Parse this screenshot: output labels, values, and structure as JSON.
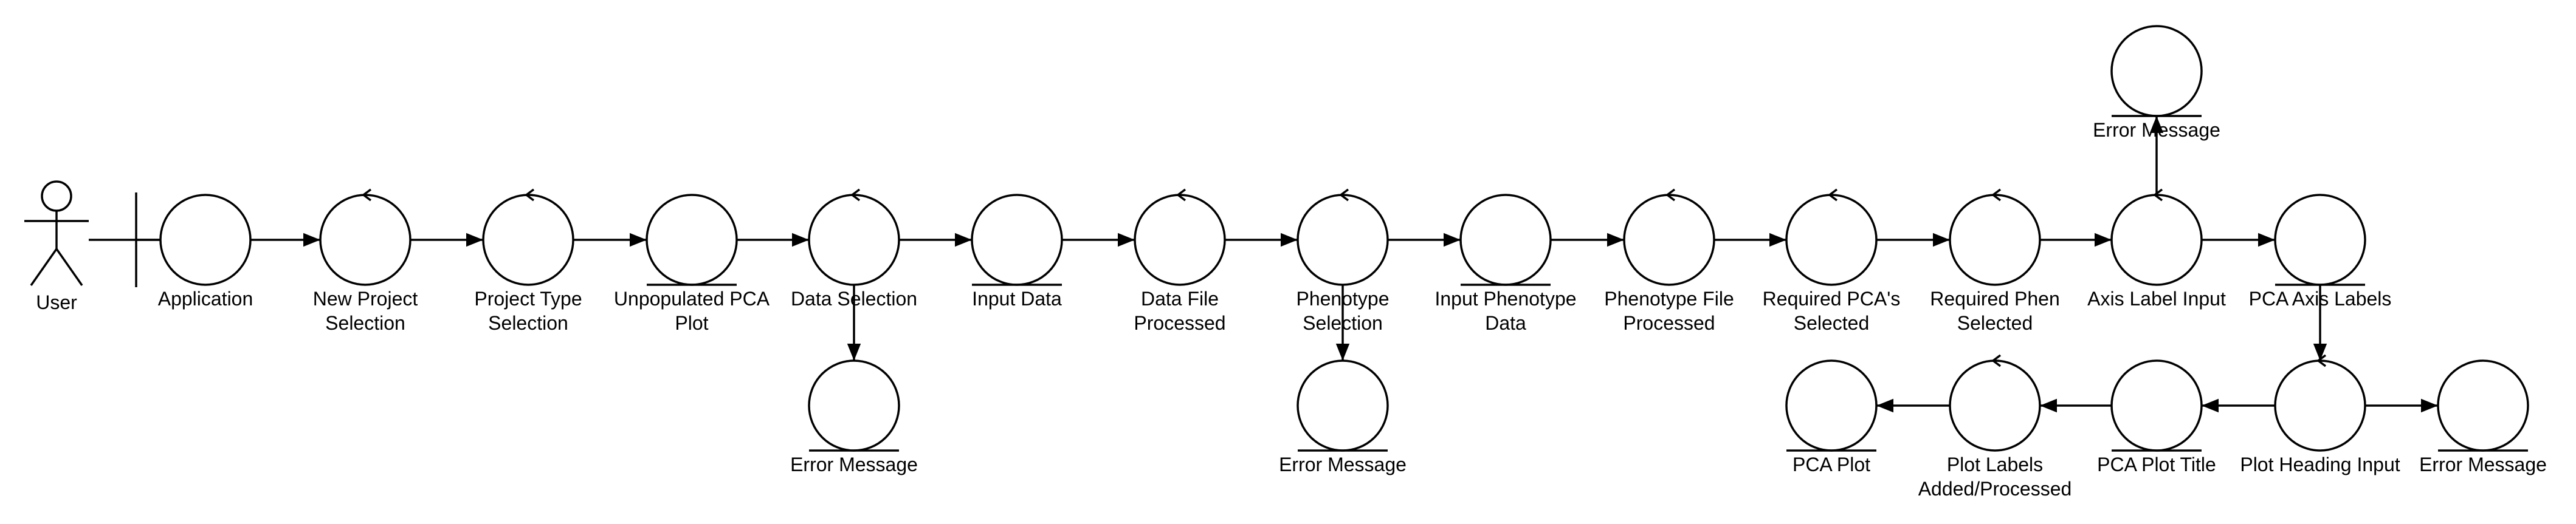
{
  "diagram": {
    "actor": {
      "label": "User"
    },
    "nodes": [
      {
        "id": "application",
        "kind": "boundary",
        "lines": [
          "Application"
        ]
      },
      {
        "id": "new-project-selection",
        "kind": "control",
        "lines": [
          "New Project",
          "Selection"
        ]
      },
      {
        "id": "project-type-selection",
        "kind": "control",
        "lines": [
          "Project Type",
          "Selection"
        ]
      },
      {
        "id": "unpopulated-pca-plot",
        "kind": "entity",
        "lines": [
          "Unpopulated PCA",
          "Plot"
        ]
      },
      {
        "id": "data-selection",
        "kind": "control",
        "lines": [
          "Data Selection"
        ]
      },
      {
        "id": "error-message-1",
        "kind": "entity",
        "lines": [
          "Error Message"
        ]
      },
      {
        "id": "input-data",
        "kind": "entity",
        "lines": [
          "Input Data"
        ]
      },
      {
        "id": "data-file-processed",
        "kind": "control",
        "lines": [
          "Data File",
          "Processed"
        ]
      },
      {
        "id": "phenotype-selection",
        "kind": "control",
        "lines": [
          "Phenotype",
          "Selection"
        ]
      },
      {
        "id": "error-message-2",
        "kind": "entity",
        "lines": [
          "Error Message"
        ]
      },
      {
        "id": "input-phenotype-data",
        "kind": "entity",
        "lines": [
          "Input Phenotype",
          "Data"
        ]
      },
      {
        "id": "phenotype-file-processed",
        "kind": "control",
        "lines": [
          "Phenotype File",
          "Processed"
        ]
      },
      {
        "id": "required-pcas-selected",
        "kind": "control",
        "lines": [
          "Required PCA's",
          "Selected"
        ]
      },
      {
        "id": "required-phen-selected",
        "kind": "control",
        "lines": [
          "Required Phen",
          "Selected"
        ]
      },
      {
        "id": "axis-label-input",
        "kind": "control",
        "lines": [
          "Axis Label Input"
        ]
      },
      {
        "id": "error-message-3",
        "kind": "entity",
        "lines": [
          "Error Message"
        ]
      },
      {
        "id": "pca-axis-labels",
        "kind": "entity",
        "lines": [
          "PCA Axis Labels"
        ]
      },
      {
        "id": "plot-heading-input",
        "kind": "control",
        "lines": [
          "Plot Heading Input"
        ]
      },
      {
        "id": "error-message-4",
        "kind": "entity",
        "lines": [
          "Error Message"
        ]
      },
      {
        "id": "pca-plot-title",
        "kind": "entity",
        "lines": [
          "PCA Plot Title"
        ]
      },
      {
        "id": "plot-labels-added-processed",
        "kind": "control",
        "lines": [
          "Plot Labels",
          "Added/Processed"
        ]
      },
      {
        "id": "pca-plot",
        "kind": "entity",
        "lines": [
          "PCA Plot"
        ]
      }
    ],
    "edges": [
      {
        "from": "actor",
        "to": "application"
      },
      {
        "from": "application",
        "to": "new-project-selection"
      },
      {
        "from": "new-project-selection",
        "to": "project-type-selection"
      },
      {
        "from": "project-type-selection",
        "to": "unpopulated-pca-plot"
      },
      {
        "from": "unpopulated-pca-plot",
        "to": "data-selection"
      },
      {
        "from": "data-selection",
        "to": "input-data"
      },
      {
        "from": "data-selection",
        "to": "error-message-1"
      },
      {
        "from": "input-data",
        "to": "data-file-processed"
      },
      {
        "from": "data-file-processed",
        "to": "phenotype-selection"
      },
      {
        "from": "phenotype-selection",
        "to": "input-phenotype-data"
      },
      {
        "from": "phenotype-selection",
        "to": "error-message-2"
      },
      {
        "from": "input-phenotype-data",
        "to": "phenotype-file-processed"
      },
      {
        "from": "phenotype-file-processed",
        "to": "required-pcas-selected"
      },
      {
        "from": "required-pcas-selected",
        "to": "required-phen-selected"
      },
      {
        "from": "required-phen-selected",
        "to": "axis-label-input"
      },
      {
        "from": "axis-label-input",
        "to": "error-message-3"
      },
      {
        "from": "axis-label-input",
        "to": "pca-axis-labels"
      },
      {
        "from": "pca-axis-labels",
        "to": "plot-heading-input"
      },
      {
        "from": "plot-heading-input",
        "to": "error-message-4"
      },
      {
        "from": "plot-heading-input",
        "to": "pca-plot-title"
      },
      {
        "from": "pca-plot-title",
        "to": "plot-labels-added-processed"
      },
      {
        "from": "plot-labels-added-processed",
        "to": "pca-plot"
      }
    ]
  }
}
